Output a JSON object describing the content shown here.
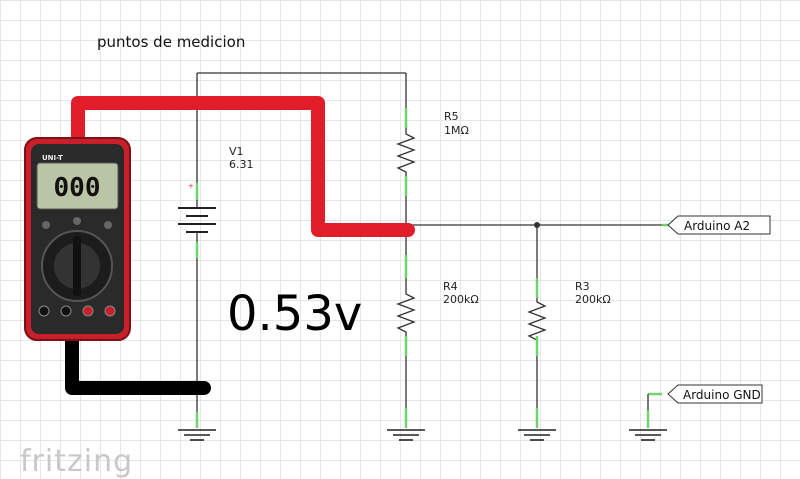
{
  "title": "puntos de medicion",
  "measurement": "0.53v",
  "brand": "fritzing",
  "battery": {
    "name": "V1",
    "value": "6.31"
  },
  "resistors": [
    {
      "name": "R5",
      "value": "1MΩ"
    },
    {
      "name": "R4",
      "value": "200kΩ"
    },
    {
      "name": "R3",
      "value": "200kΩ"
    }
  ],
  "ports": [
    {
      "label": "Arduino A2"
    },
    {
      "label": "Arduino GND"
    }
  ],
  "multimeter": {
    "display": "000",
    "brand_label": "UNI-T"
  },
  "colors": {
    "probe_red": "#e11d2a",
    "probe_black": "#000000",
    "wire": "#333333",
    "pin_green": "#6fd36f",
    "meter_body": "#c8202a"
  }
}
